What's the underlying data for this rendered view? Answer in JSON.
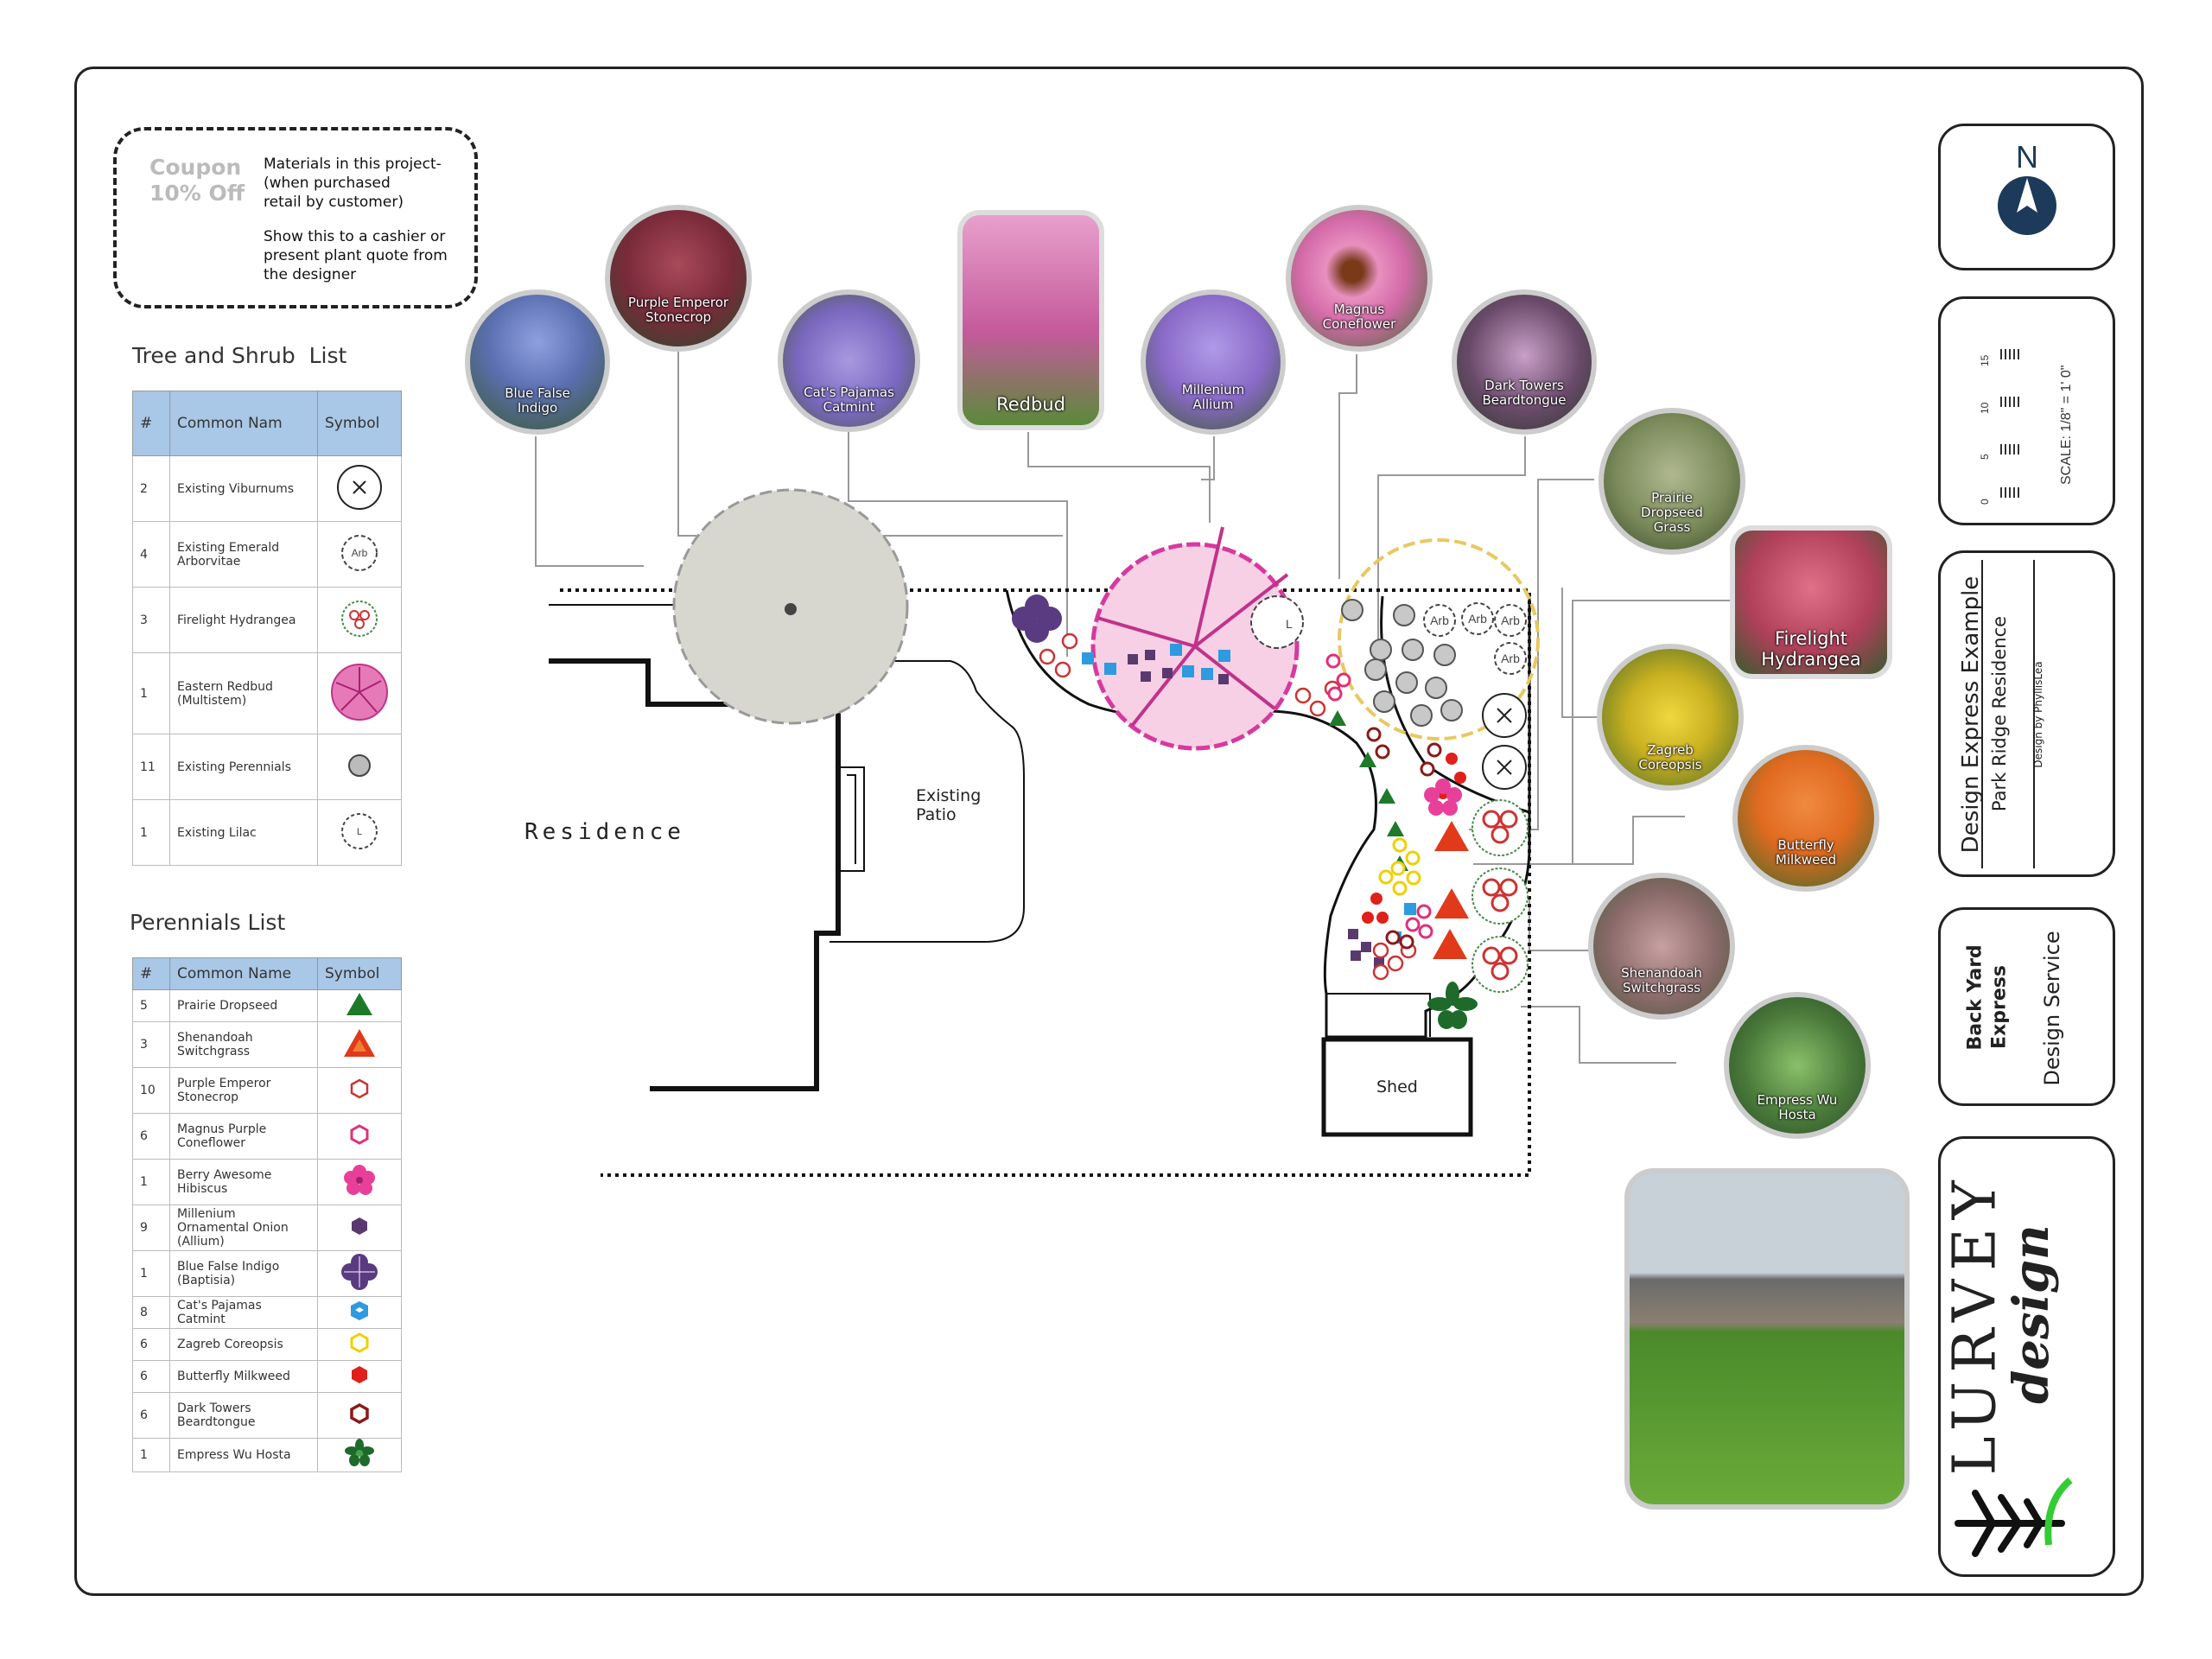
{
  "coupon": {
    "headline": "Coupon\n10% Off",
    "text1": "Materials in this project-\n(when purchased\nretail by customer)",
    "text2": "Show this to a cashier or present plant quote from the designer"
  },
  "tree_list": {
    "title": "Tree and Shrub  List",
    "headers": [
      "#",
      "Common Nam",
      "Symbol"
    ],
    "rows": [
      {
        "n": "2",
        "name": "Existing  Viburnums",
        "symbol": "x-circle-icon"
      },
      {
        "n": "4",
        "name": "Existing Emerald Arborvitae",
        "symbol": "arb-icon",
        "symbol_text": "Arb"
      },
      {
        "n": "3",
        "name": "Firelight Hydrangea",
        "symbol": "hydrangea-icon"
      },
      {
        "n": "1",
        "name": "Eastern Redbud (Multistem)",
        "symbol": "redbud-icon"
      },
      {
        "n": "11",
        "name": "Existing Perennials",
        "symbol": "gray-dot-icon"
      },
      {
        "n": "1",
        "name": "Existing Lilac",
        "symbol": "lilac-icon",
        "symbol_text": "L"
      }
    ]
  },
  "perennial_list": {
    "title": "Perennials List",
    "headers": [
      "#",
      "Common Name",
      "Symbol"
    ],
    "rows": [
      {
        "n": "5",
        "name": "Prairie Dropseed",
        "symbol": "green-triangle-icon"
      },
      {
        "n": "3",
        "name": "Shenandoah Switchgrass",
        "symbol": "red-triangle-icon"
      },
      {
        "n": "10",
        "name": "Purple Emperor Stonecrop",
        "symbol": "red-hexagon-outline-icon"
      },
      {
        "n": "6",
        "name": "Magnus Purple Coneflower",
        "symbol": "pink-hexagon-icon"
      },
      {
        "n": "1",
        "name": "Berry Awesome Hibiscus",
        "symbol": "pink-flower-icon"
      },
      {
        "n": "9",
        "name": "Millenium Ornamental Onion (Allium)",
        "symbol": "purple-cube-icon"
      },
      {
        "n": "1",
        "name": "Blue False Indigo (Baptisia)",
        "symbol": "purple-flower-icon"
      },
      {
        "n": "8",
        "name": "Cat's Pajamas Catmint",
        "symbol": "blue-cube-icon"
      },
      {
        "n": "6",
        "name": "Zagreb Coreopsis",
        "symbol": "yellow-hexagon-icon"
      },
      {
        "n": "6",
        "name": "Butterfly Milkweed",
        "symbol": "red-hexagon-icon"
      },
      {
        "n": "6",
        "name": "Dark Towers Beardtongue",
        "symbol": "darkred-hexagon-icon"
      },
      {
        "n": "1",
        "name": "Empress Wu Hosta",
        "symbol": "hosta-icon"
      }
    ]
  },
  "plan": {
    "residence_label": "Residence",
    "patio_label": "Existing\nPatio",
    "shed_label": "Shed",
    "arb_label": "Arb",
    "lilac_label": "L"
  },
  "photos": [
    {
      "id": "blue-false-indigo",
      "label": "Blue False\nIndigo",
      "color": "#5b6fb0"
    },
    {
      "id": "purple-emperor",
      "label": "Purple Emperor\nStonecrop",
      "color": "#7a2a3a"
    },
    {
      "id": "cats-pajamas",
      "label": "Cat's Pajamas\nCatmint",
      "color": "#7a68c0"
    },
    {
      "id": "redbud",
      "label": "Redbud",
      "color": "#c55a9c"
    },
    {
      "id": "millenium",
      "label": "Millenium\nAllium",
      "color": "#8a6ac8"
    },
    {
      "id": "magnus",
      "label": "Magnus\nConeflower",
      "color": "#d46aa8"
    },
    {
      "id": "dark-towers",
      "label": "Dark Towers\nBeardtongue",
      "color": "#6a4a6a"
    },
    {
      "id": "prairie-dropseed",
      "label": "Prairie\nDropseed\nGrass",
      "color": "#7a8a5a"
    },
    {
      "id": "firelight",
      "label": "Firelight\nHydrangea",
      "color": "#b0405a"
    },
    {
      "id": "zagreb",
      "label": "Zagreb\nCoreopsis",
      "color": "#c8b020"
    },
    {
      "id": "butterfly",
      "label": "Butterfly\nMilkweed",
      "color": "#e06a20"
    },
    {
      "id": "shenandoah",
      "label": "Shenandoah\nSwitchgrass",
      "color": "#8a6a6a"
    },
    {
      "id": "empress-wu",
      "label": "Empress Wu\nHosta",
      "color": "#4a7a3a"
    }
  ],
  "compass": {
    "label": "N"
  },
  "scale": {
    "label": "SCALE: 1/8\" = 1' 0\"",
    "ticks": [
      "0",
      "5",
      "10",
      "15"
    ]
  },
  "title_block": {
    "title": "Design Express Example",
    "project": "Park Ridge Residence",
    "designer": "Design by PhyllisLea"
  },
  "service_block": {
    "line1": "Back Yard",
    "line2": "Express",
    "line3": "Design Service"
  },
  "logo": {
    "word1": "LURVEY",
    "word2": "design",
    "accent": "#33cc33"
  }
}
